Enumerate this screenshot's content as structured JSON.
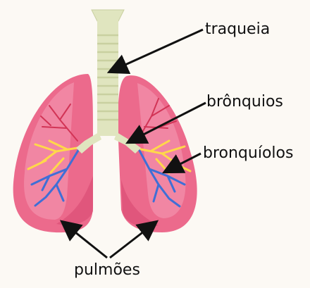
{
  "labels": {
    "trachea": "traqueia",
    "bronchi": "brônquios",
    "bronchioles": "bronquíolos",
    "lungs": "pulmões"
  },
  "colors": {
    "background": "#fcf9f4",
    "lung_fill": "#ec6a8c",
    "lung_highlight": "#f493ad",
    "lung_shadow": "#d84a72",
    "airway": "#e0e5bf",
    "airway_ring": "#c9d0a0",
    "bronchiole_yellow": "#ffd84a",
    "bronchiole_blue": "#3f6fd6",
    "vessel_red": "#d23456",
    "arrow": "#111111"
  }
}
